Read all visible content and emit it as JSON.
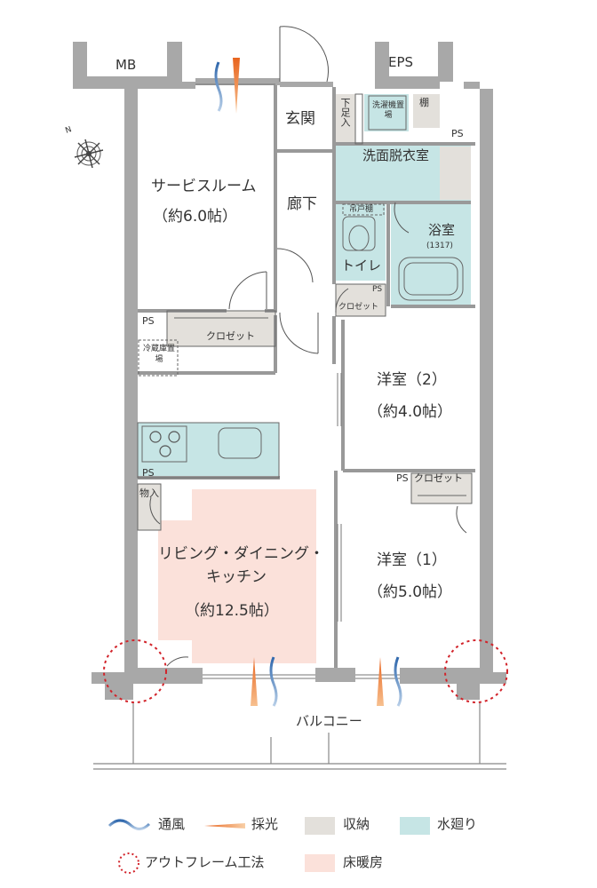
{
  "rooms": {
    "mb": "MB",
    "eps": "EPS",
    "genkan": "玄関",
    "geta": "下足入",
    "washer": "洗濯機置場",
    "shelf": "棚",
    "ps_top": "PS",
    "senmen": "洗面脱衣室",
    "service": "サービスルーム",
    "service_size": "（約6.0帖）",
    "roka": "廊下",
    "toddana": "吊戸棚",
    "toilet": "トイレ",
    "bath": "浴室",
    "bath_size": "(1317)",
    "ps_toilet": "PS",
    "closet_toilet": "クロゼット",
    "ps_service": "PS",
    "closet_service": "クロゼット",
    "fridge": "冷蔵庫置場",
    "room2": "洋室（2）",
    "room2_size": "（約4.0帖）",
    "ps_kitchen": "PS",
    "monoire": "物入",
    "ps_room1": "PS",
    "closet_room1": "クロゼット",
    "ldk_line1": "リビング・ダイニング・",
    "ldk_line2": "キッチン",
    "ldk_size": "（約12.5帖）",
    "room1": "洋室（1）",
    "room1_size": "（約5.0帖）",
    "balcony": "バルコニー"
  },
  "compass": {
    "north": "N"
  },
  "legend": {
    "ventilation": "通風",
    "lighting": "採光",
    "storage": "収納",
    "water": "水廻り",
    "outframe": "アウトフレーム工法",
    "floor_heating": "床暖房"
  },
  "colors": {
    "storage": "#e3e0db",
    "water": "#c6e5e5",
    "floor_heating": "#fbe1da",
    "wall": "#a8a8a8",
    "ventilation": "#4a7bb8",
    "lighting": "#e8641e",
    "outframe": "#d2232a"
  }
}
